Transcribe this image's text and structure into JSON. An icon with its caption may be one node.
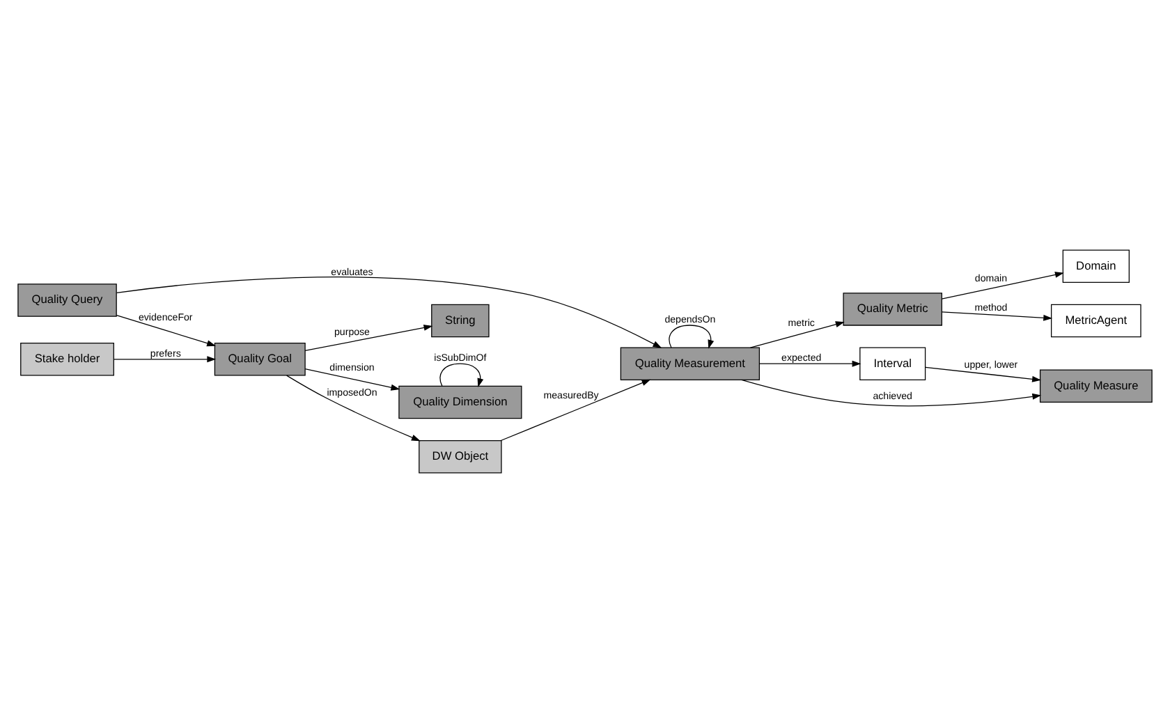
{
  "diagram": {
    "nodes": [
      {
        "text": [
          "Quality Goal"
        ]
      },
      {
        "text": [
          "String"
        ]
      },
      {
        "text": [
          "Stake holder"
        ]
      },
      {
        "text": [
          "Quality Query"
        ]
      },
      {
        "text": [
          "Quality Dimension"
        ]
      },
      {
        "text": [
          "DW Object"
        ]
      },
      {
        "text": [
          "Quality Measurement"
        ]
      },
      {
        "text": [
          "Quality Metric"
        ]
      },
      {
        "text": [
          "Domain"
        ]
      },
      {
        "text": [
          "MetricAgent"
        ]
      },
      {
        "text": [
          "Interval"
        ]
      },
      {
        "text": [
          "Quality Measure"
        ]
      }
    ],
    "edges": [
      {
        "from": 0,
        "to": 1,
        "arrow": "to",
        "label": "purpose"
      },
      {
        "from": 2,
        "to": 0,
        "arrow": "to",
        "label": "prefers"
      },
      {
        "from": 3,
        "to": 0,
        "arrow": "to",
        "label": "evidenceFor"
      },
      {
        "from": 0,
        "to": 4,
        "arrow": "to",
        "label": "dimension"
      },
      {
        "from": 4,
        "to": 4,
        "arrow": "to",
        "label": "isSubDimOf"
      },
      {
        "from": 0,
        "to": 5,
        "arrow": "to",
        "label": "imposedOn"
      },
      {
        "from": 3,
        "to": 6,
        "arrow": "to",
        "label": "evaluates"
      },
      {
        "from": 6,
        "to": 6,
        "arrow": "to",
        "label": "dependsOn"
      },
      {
        "from": 5,
        "to": 6,
        "arrow": "to",
        "label": "measuredBy"
      },
      {
        "from": 6,
        "to": 7,
        "arrow": "to",
        "label": "metric"
      },
      {
        "from": 6,
        "to": 10,
        "arrow": "to",
        "label": "expected"
      },
      {
        "from": 6,
        "to": 11,
        "arrow": "to",
        "label": "achieved"
      },
      {
        "from": 7,
        "to": 8,
        "arrow": "to",
        "label": "domain"
      },
      {
        "from": 7,
        "to": 9,
        "arrow": "to",
        "label": "method"
      },
      {
        "from": 10,
        "to": 11,
        "arrow": "to",
        "label": "upper, lower"
      }
    ]
  }
}
